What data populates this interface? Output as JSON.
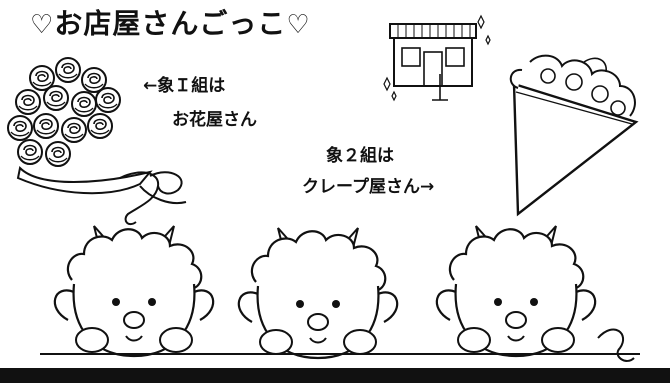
{
  "title": {
    "heart_left": "♡",
    "text": "お店屋さんごっこ",
    "heart_right": "♡"
  },
  "labels": {
    "group1_line1": "←象Ｉ組は",
    "group1_line2": "お花屋さん",
    "group2_line1": "象２組は",
    "group2_line2": "クレープ屋さん→"
  },
  "colors": {
    "ink": "#111111",
    "paper": "#ffffff"
  }
}
